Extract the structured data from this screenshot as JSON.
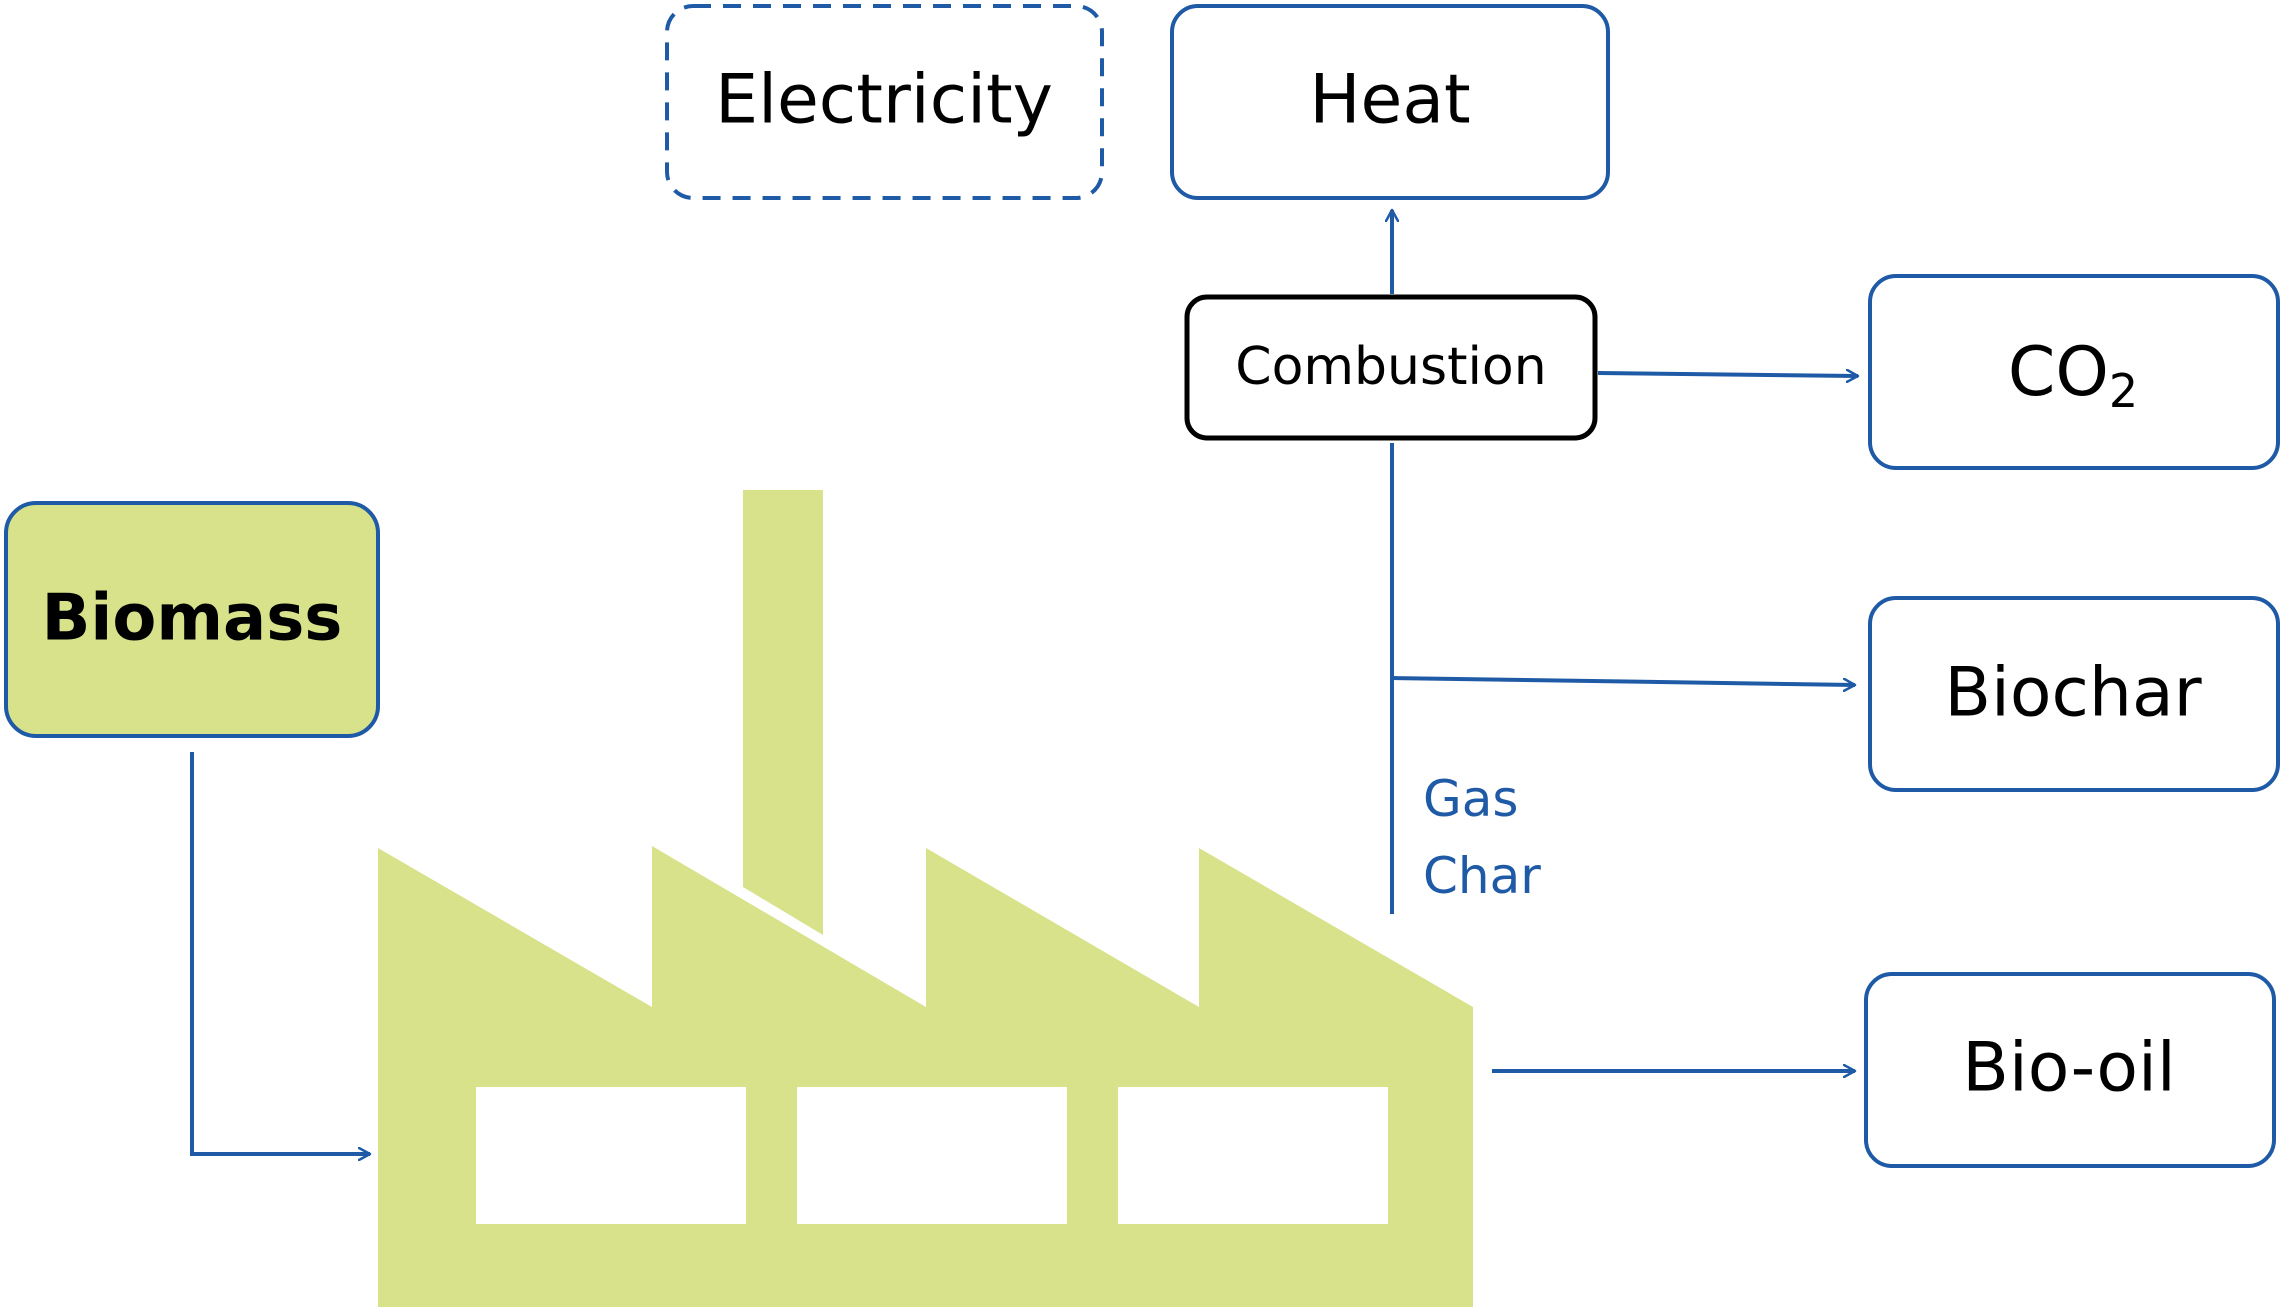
{
  "nodes": {
    "electricity": {
      "label": "Electricity"
    },
    "heat": {
      "label": "Heat"
    },
    "combustion": {
      "label": "Combustion"
    },
    "co2": {
      "label": "CO",
      "subscript": "2"
    },
    "biochar": {
      "label": "Biochar"
    },
    "biomass": {
      "label": "Biomass"
    },
    "bio_oil": {
      "label": "Bio-oil"
    }
  },
  "flow_labels": {
    "gas": "Gas",
    "char": "Char"
  },
  "colors": {
    "stroke_blue": "#1F5AA6",
    "label_blue": "#1F5AA6",
    "biomass_fill": "#D8E28A",
    "factory_fill": "#D8E28A",
    "box_fill": "#FFFFFF",
    "black_stroke": "#000000"
  },
  "icons": {
    "factory": "factory-icon"
  }
}
